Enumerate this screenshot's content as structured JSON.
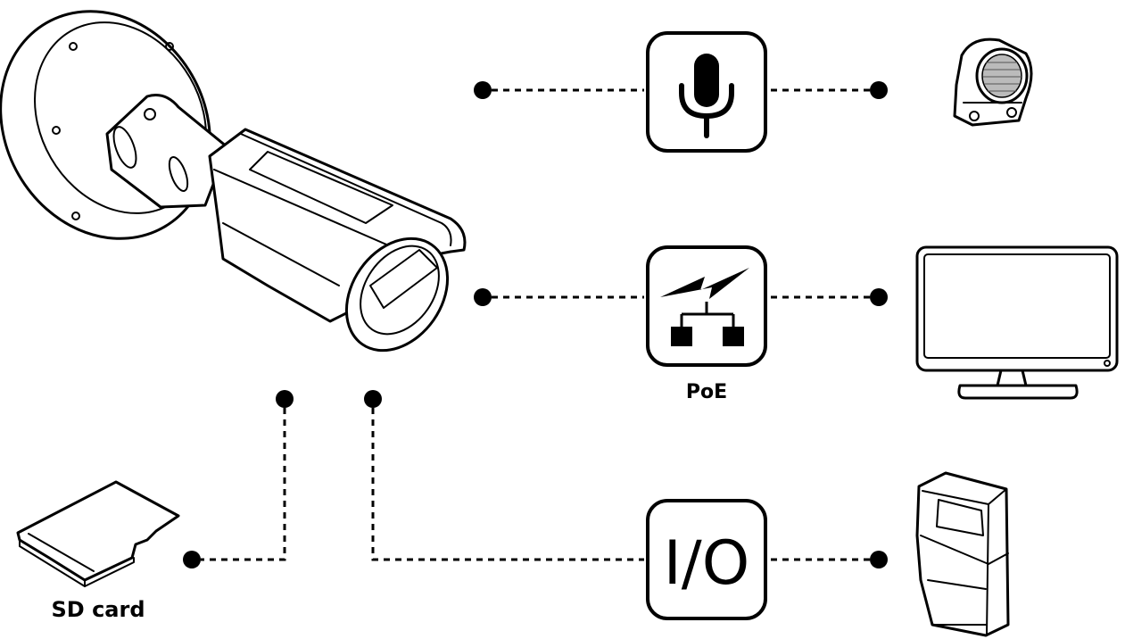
{
  "labels": {
    "poe": "PoE",
    "io": "I/O",
    "sd_card": "SD card"
  },
  "icons": [
    "camera-icon",
    "microphone-icon",
    "speaker-icon",
    "network-icon",
    "monitor-icon",
    "io-icon",
    "motion-sensor-icon",
    "sd-card-icon"
  ]
}
